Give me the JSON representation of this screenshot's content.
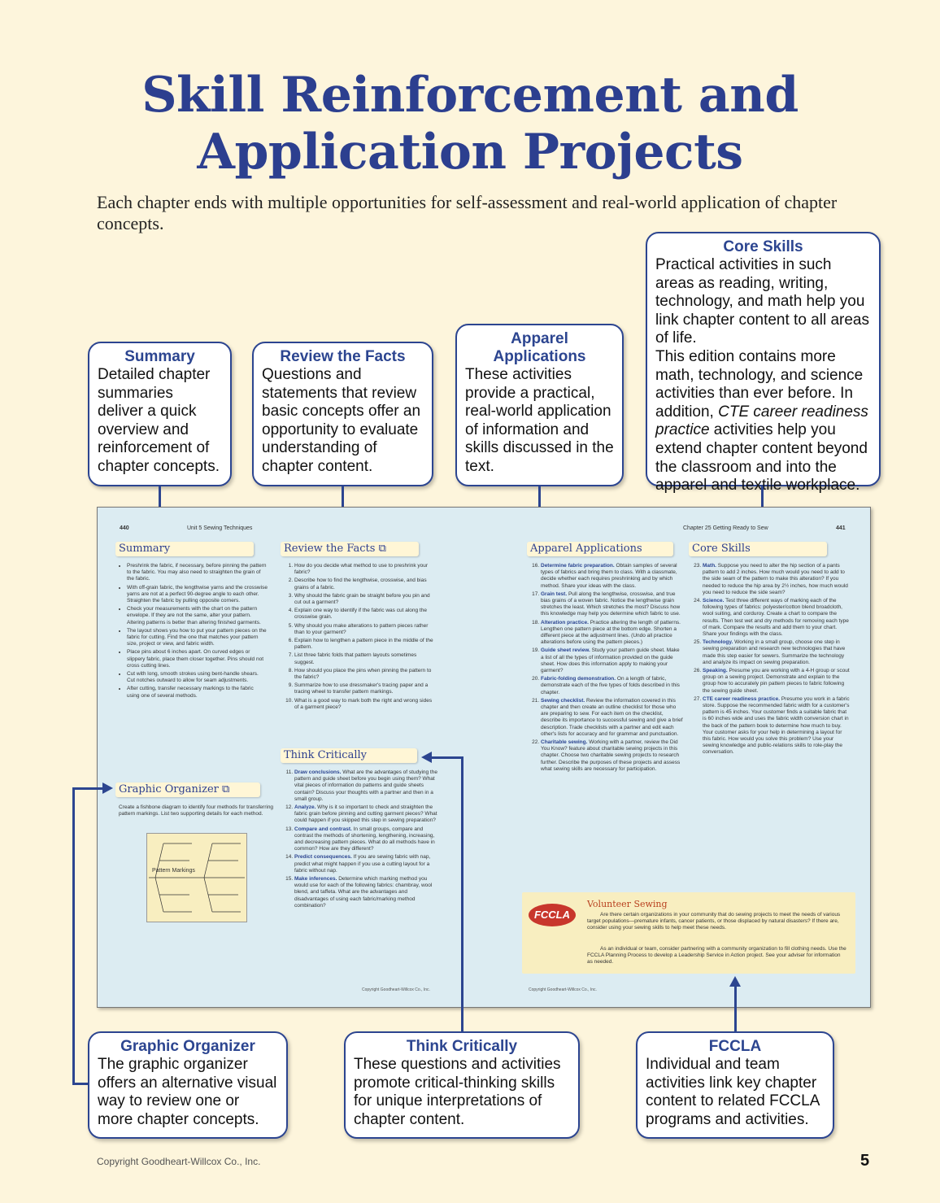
{
  "title_line1": "Skill Reinforcement and",
  "title_line2": "Application Projects",
  "intro": "Each chapter ends with multiple opportunities for self-assessment and real-world application of chapter concepts.",
  "callouts": {
    "summary": {
      "title": "Summary",
      "body": "Detailed chapter summaries deliver a quick overview and reinforcement of chapter concepts."
    },
    "review": {
      "title": "Review the Facts",
      "body": "Questions and statements that review basic concepts offer an opportunity to evaluate understanding of chapter content."
    },
    "apparel": {
      "title": "Apparel Applications",
      "body": "These activities provide a practical, real-world application of information and skills discussed in the text."
    },
    "core": {
      "title": "Core Skills",
      "body1": "Practical activities in such areas as reading, writing, technology, and math help you link chapter content to all areas of life.",
      "body2a": "This edition contains more math, technology, and science activities than ever before. In addition, ",
      "body2em": "CTE career readiness practice",
      "body2b": " activities help you extend chapter content beyond the classroom and into the apparel and textile workplace."
    },
    "graphic": {
      "title": "Graphic Organizer",
      "body": "The graphic organizer offers an alternative visual way to review one or more chapter concepts."
    },
    "think": {
      "title": "Think Critically",
      "body": "These questions and activities promote critical-thinking skills for unique interpretations of chapter content."
    },
    "fccla": {
      "title": "FCCLA",
      "body": "Individual and team activities link key chapter content to related FCCLA programs and activities."
    }
  },
  "spread": {
    "left_page_num": "440",
    "left_header": "Unit 5   Sewing Techniques",
    "right_header": "Chapter 25   Getting Ready to Sew",
    "right_page_num": "441",
    "summary_head": "Summary",
    "summary_items": [
      "Preshrink the fabric, if necessary, before pinning the pattern to the fabric. You may also need to straighten the grain of the fabric.",
      "With off-grain fabric, the lengthwise yarns and the crosswise yarns are not at a perfect 90-degree angle to each other. Straighten the fabric by pulling opposite corners.",
      "Check your measurements with the chart on the pattern envelope. If they are not the same, alter your pattern. Altering patterns is better than altering finished garments.",
      "The layout shows you how to put your pattern pieces on the fabric for cutting. Find the one that matches your pattern size, project or view, and fabric width.",
      "Place pins about 6 inches apart. On curved edges or slippery fabric, place them closer together. Pins should not cross cutting lines.",
      "Cut with long, smooth strokes using bent-handle shears. Cut notches outward to allow for seam adjustments.",
      "After cutting, transfer necessary markings to the fabric using one of several methods."
    ],
    "go_head": "Graphic Organizer",
    "go_text": "Create a fishbone diagram to identify four methods for transferring pattern markings. List two supporting details for each method.",
    "go_label": "Pattern Markings",
    "review_head": "Review the Facts",
    "review_items": [
      "How do you decide what method to use to preshrink your fabric?",
      "Describe how to find the lengthwise, crosswise, and bias grains of a fabric.",
      "Why should the fabric grain be straight before you pin and cut out a garment?",
      "Explain one way to identify if the fabric was cut along the crosswise grain.",
      "Why should you make alterations to pattern pieces rather than to your garment?",
      "Explain how to lengthen a pattern piece in the middle of the pattern.",
      "List three fabric folds that pattern layouts sometimes suggest.",
      "How should you place the pins when pinning the pattern to the fabric?",
      "Summarize how to use dressmaker's tracing paper and a tracing wheel to transfer pattern markings.",
      "What is a good way to mark both the right and wrong sides of a garment piece?"
    ],
    "think_head": "Think Critically",
    "think_items": [
      {
        "kw": "Draw conclusions.",
        "text": " What are the advantages of studying the pattern and guide sheet before you begin using them? What vital pieces of information do patterns and guide sheets contain? Discuss your thoughts with a partner and then in a small group."
      },
      {
        "kw": "Analyze.",
        "text": " Why is it so important to check and straighten the fabric grain before pinning and cutting garment pieces? What could happen if you skipped this step in sewing preparation?"
      },
      {
        "kw": "Compare and contrast.",
        "text": " In small groups, compare and contrast the methods of shortening, lengthening, increasing, and decreasing pattern pieces. What do all methods have in common? How are they different?"
      },
      {
        "kw": "Predict consequences.",
        "text": " If you are sewing fabric with nap, predict what might happen if you use a cutting layout for a fabric without nap."
      },
      {
        "kw": "Make inferences.",
        "text": " Determine which marking method you would use for each of the following fabrics: chambray, wool blend, and taffeta. What are the advantages and disadvantages of using each fabric/marking method combination?"
      }
    ],
    "apparel_head": "Apparel Applications",
    "apparel_items": [
      {
        "kw": "Determine fabric preparation.",
        "text": " Obtain samples of several types of fabrics and bring them to class. With a classmate, decide whether each requires preshrinking and by which method. Share your ideas with the class."
      },
      {
        "kw": "Grain test.",
        "text": " Pull along the lengthwise, crosswise, and true bias grains of a woven fabric. Notice the lengthwise grain stretches the least. Which stretches the most? Discuss how this knowledge may help you determine which fabric to use."
      },
      {
        "kw": "Alteration practice.",
        "text": " Practice altering the length of patterns. Lengthen one pattern piece at the bottom edge. Shorten a different piece at the adjustment lines. (Undo all practice alterations before using the pattern pieces.)"
      },
      {
        "kw": "Guide sheet review.",
        "text": " Study your pattern guide sheet. Make a list of all the types of information provided on the guide sheet. How does this information apply to making your garment?"
      },
      {
        "kw": "Fabric-folding demonstration.",
        "text": " On a length of fabric, demonstrate each of the five types of folds described in this chapter."
      },
      {
        "kw": "Sewing checklist.",
        "text": " Review the information covered in this chapter and then create an outline checklist for those who are preparing to sew. For each item on the checklist, describe its importance to successful sewing and give a brief description. Trade checklists with a partner and edit each other's lists for accuracy and for grammar and punctuation."
      },
      {
        "kw": "Charitable sewing.",
        "text": " Working with a partner, review the Did You Know? feature about charitable sewing projects in this chapter. Choose two charitable sewing projects to research further. Describe the purposes of these projects and assess what sewing skills are necessary for participation."
      }
    ],
    "core_head": "Core Skills",
    "core_items": [
      {
        "kw": "Math.",
        "text": " Suppose you need to alter the hip section of a pants pattern to add 2 inches. How much would you need to add to the side seam of the pattern to make this alteration? If you needed to reduce the hip area by 2½ inches, how much would you need to reduce the side seam?"
      },
      {
        "kw": "Science.",
        "text": " Test three different ways of marking each of the following types of fabrics: polyester/cotton blend broadcloth, wool suiting, and corduroy. Create a chart to compare the results. Then test wet and dry methods for removing each type of mark. Compare the results and add them to your chart. Share your findings with the class."
      },
      {
        "kw": "Technology.",
        "text": " Working in a small group, choose one step in sewing preparation and research new technologies that have made this step easier for sewers. Summarize the technology and analyze its impact on sewing preparation."
      },
      {
        "kw": "Speaking.",
        "text": " Presume you are working with a 4-H group or scout group on a sewing project. Demonstrate and explain to the group how to accurately pin pattern pieces to fabric following the sewing guide sheet."
      },
      {
        "kw": "CTE career readiness practice.",
        "text": " Presume you work in a fabric store. Suppose the recommended fabric width for a customer's pattern is 45 inches. Your customer finds a suitable fabric that is 60 inches wide and uses the fabric width conversion chart in the back of the pattern book to determine how much to buy. Your customer asks for your help in determining a layout for this fabric. How would you solve this problem? Use your sewing knowledge and public-relations skills to role-play the conversation."
      }
    ],
    "fccla_logo": "FCCLA",
    "fccla_head": "Volunteer Sewing",
    "fccla_p1": "Are there certain organizations in your community that do sewing projects to meet the needs of various target populations—premature infants, cancer patients, or those displaced by natural disasters? If there are, consider using your sewing skills to help meet these needs.",
    "fccla_p2": "As an individual or team, consider partnering with a community organization to fill clothing needs. Use the FCCLA Planning Process to develop a Leadership Service in Action project. See your adviser for information as needed.",
    "copyright_small": "Copyright Goodheart-Willcox Co., Inc."
  },
  "footer_copyright": "Copyright Goodheart-Willcox Co., Inc.",
  "page_number": "5"
}
